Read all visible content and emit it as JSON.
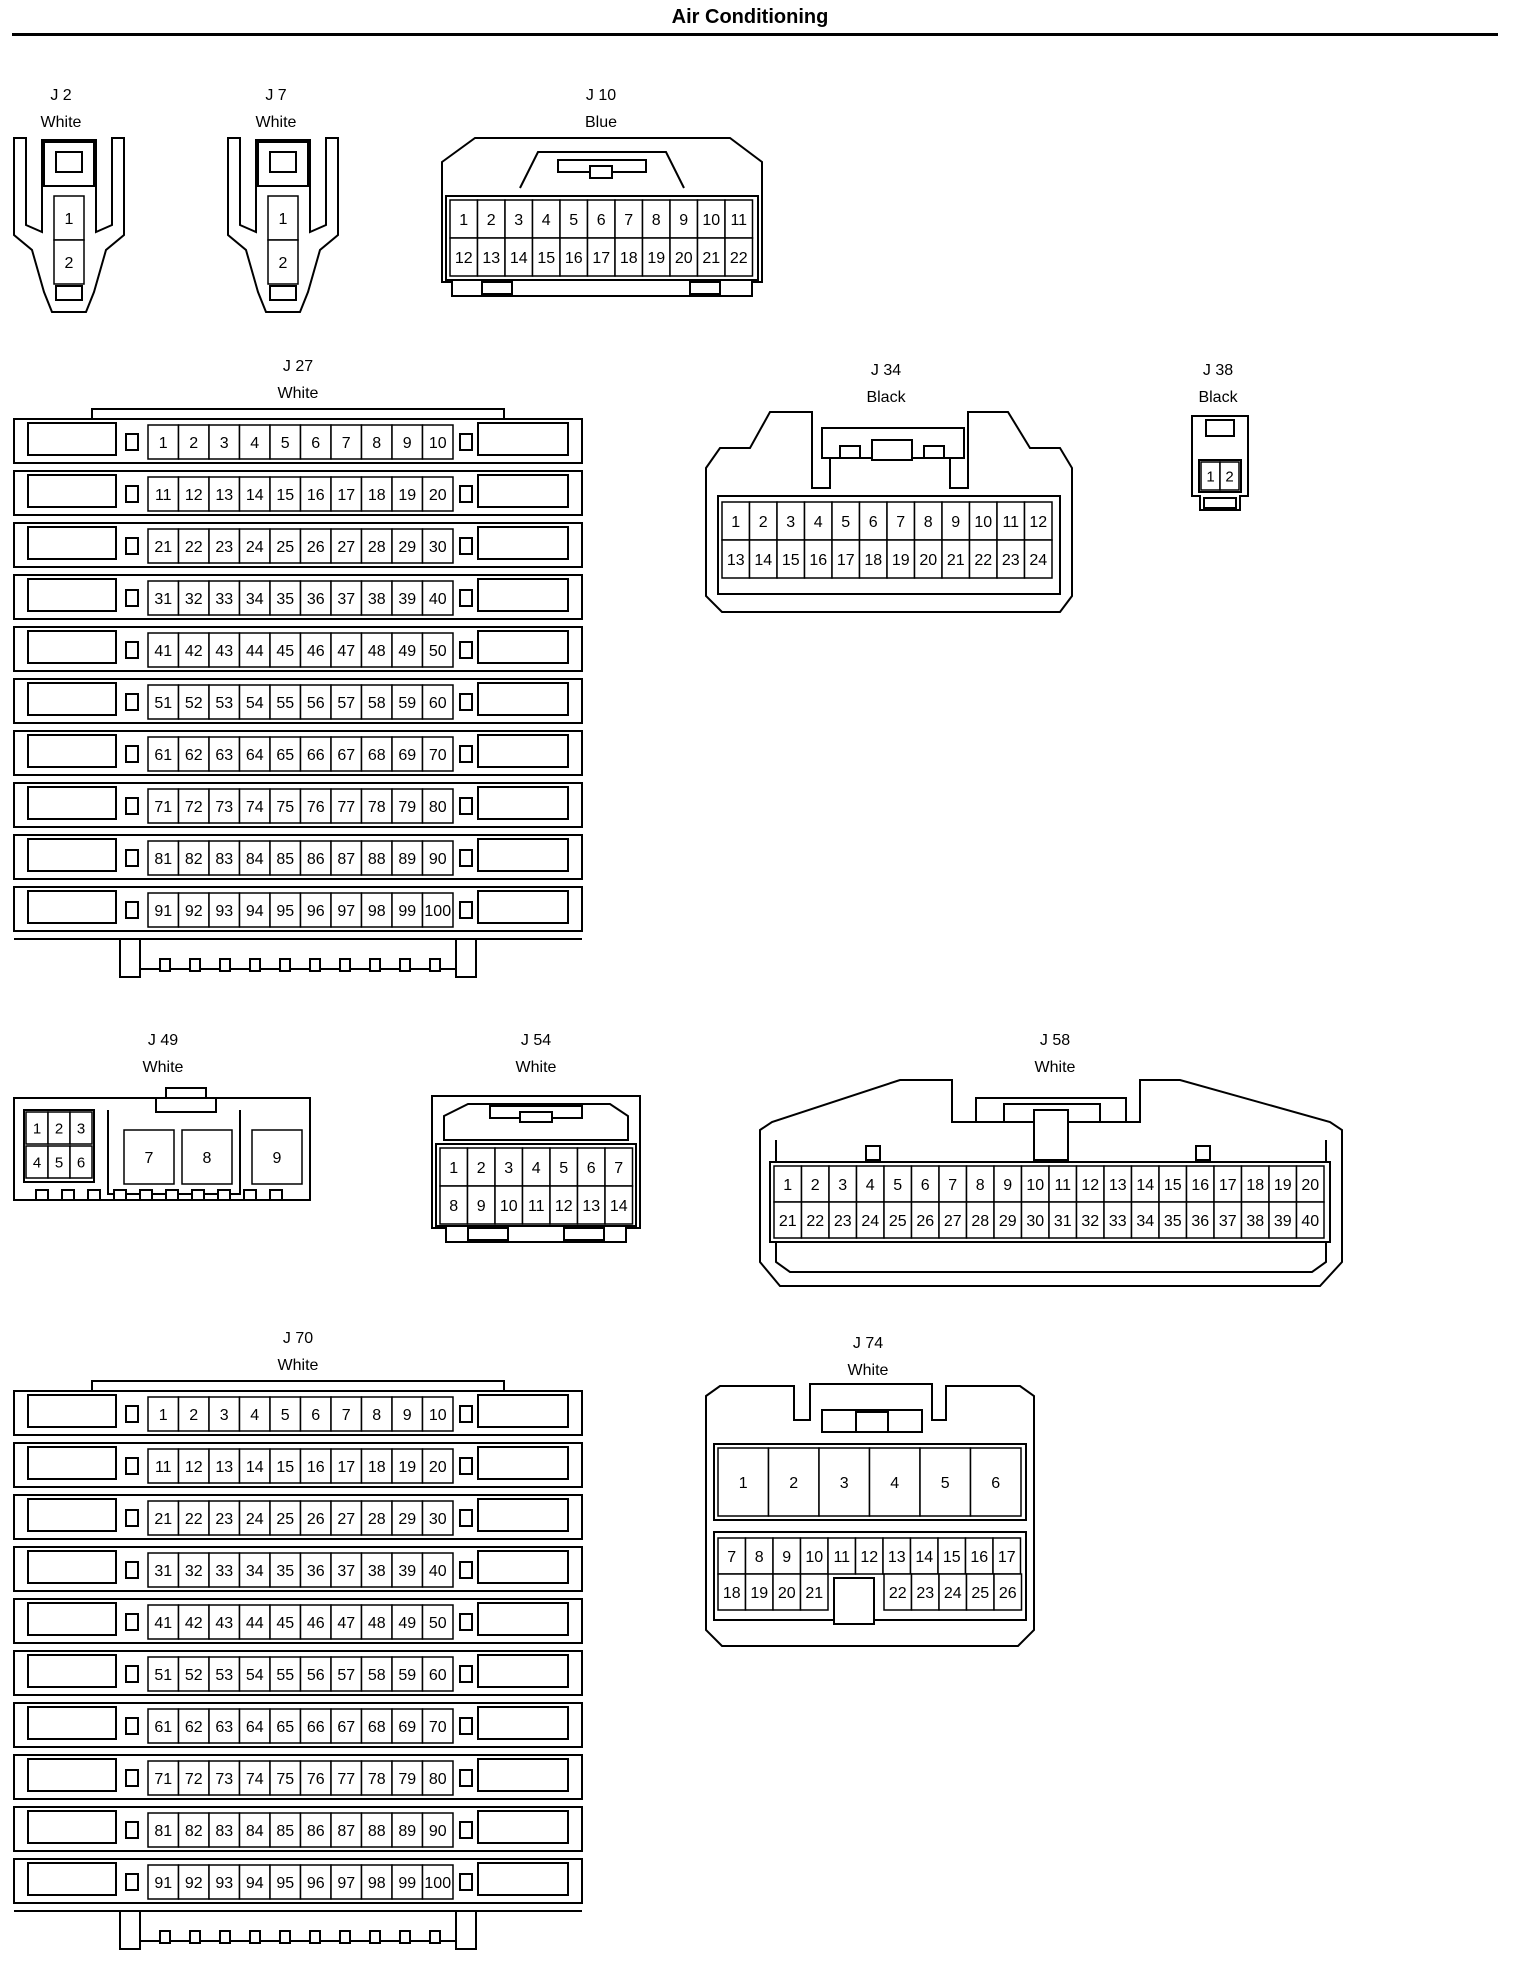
{
  "title": "Air Conditioning",
  "connectors": [
    {
      "id": "j2",
      "name": "J 2",
      "color": "White"
    },
    {
      "id": "j7",
      "name": "J 7",
      "color": "White"
    },
    {
      "id": "j10",
      "name": "J 10",
      "color": "Blue"
    },
    {
      "id": "j27",
      "name": "J 27",
      "color": "White"
    },
    {
      "id": "j34",
      "name": "J 34",
      "color": "Black"
    },
    {
      "id": "j38",
      "name": "J 38",
      "color": "Black"
    },
    {
      "id": "j49",
      "name": "J 49",
      "color": "White"
    },
    {
      "id": "j54",
      "name": "J 54",
      "color": "White"
    },
    {
      "id": "j58",
      "name": "J 58",
      "color": "White"
    },
    {
      "id": "j70",
      "name": "J 70",
      "color": "White"
    },
    {
      "id": "j74",
      "name": "J 74",
      "color": "White"
    }
  ]
}
